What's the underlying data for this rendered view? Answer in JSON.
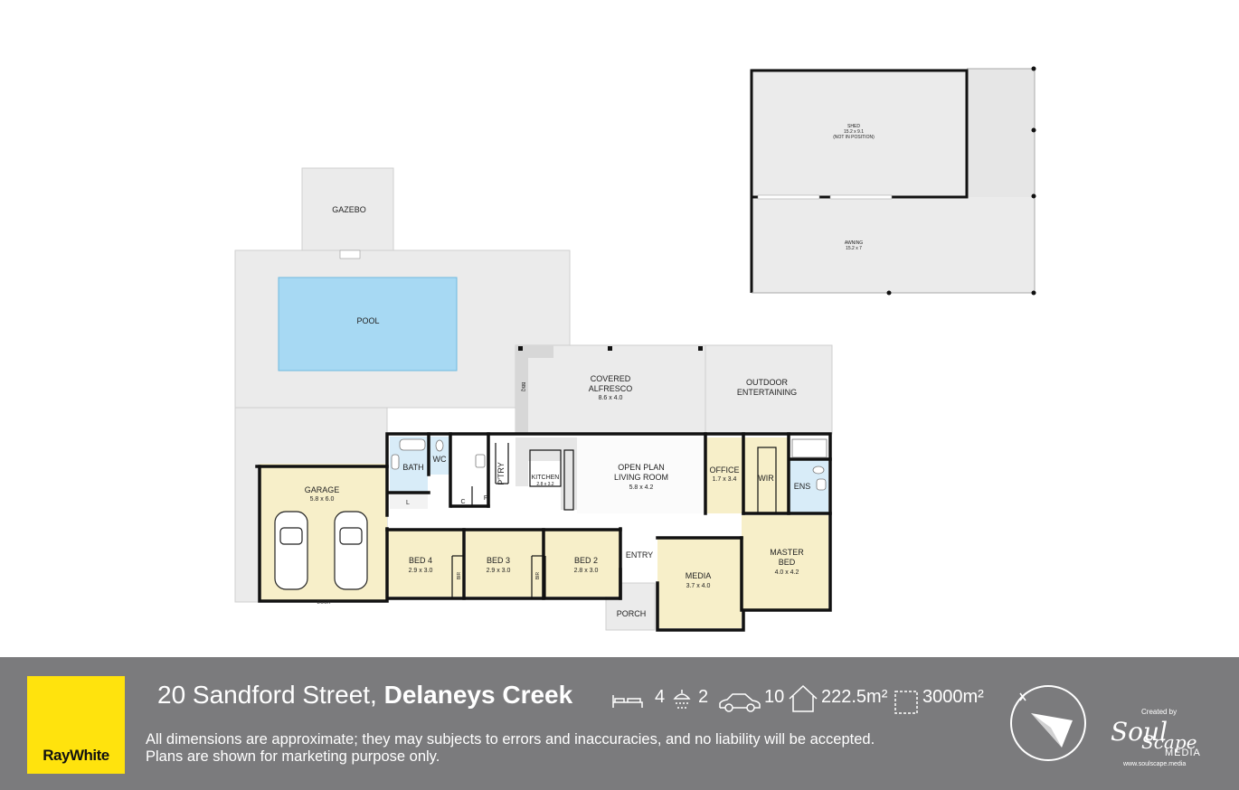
{
  "plan": {
    "rooms": {
      "gazebo": {
        "name": "GAZEBO"
      },
      "pool": {
        "name": "POOL"
      },
      "shed": {
        "name": "SHED",
        "dims": "15.2 x 9.1",
        "note": "(NOT IN POSITION)"
      },
      "awning": {
        "name": "AWNING",
        "dims": "15.2 x 7"
      },
      "alfresco": {
        "name1": "COVERED",
        "name2": "ALFRESCO",
        "dims": "8.6 x 4.0"
      },
      "outdoor": {
        "name1": "OUTDOOR",
        "name2": "ENTERTAINING"
      },
      "bbq": {
        "name": "BBQ"
      },
      "garage": {
        "name": "GARAGE",
        "dims": "5.8 x 6.0",
        "door": "DOOR"
      },
      "bath": {
        "name": "BATH"
      },
      "wc": {
        "name": "WC"
      },
      "l": {
        "name": "L"
      },
      "c": {
        "name": "C"
      },
      "f": {
        "name": "F"
      },
      "pantry": {
        "name": "P'TRY"
      },
      "kitchen": {
        "name": "KITCHEN",
        "dims": "2.8 x 3.2"
      },
      "living": {
        "name1": "OPEN PLAN",
        "name2": "LIVING ROOM",
        "dims": "5.8 x 4.2"
      },
      "office": {
        "name": "OFFICE",
        "dims": "1.7 x 3.4"
      },
      "wir": {
        "name": "WIR"
      },
      "ens": {
        "name": "ENS"
      },
      "bed4": {
        "name": "BED 4",
        "dims": "2.9 x 3.0"
      },
      "bed3": {
        "name": "BED 3",
        "dims": "2.9 x 3.0"
      },
      "bed2": {
        "name": "BED 2",
        "dims": "2.8 x 3.0"
      },
      "bir": {
        "name": "BIR"
      },
      "entry": {
        "name": "ENTRY"
      },
      "media": {
        "name": "MEDIA",
        "dims": "3.7 x 4.0"
      },
      "master": {
        "name1": "MASTER",
        "name2": "BED",
        "dims": "4.0 x 4.2"
      },
      "porch": {
        "name": "PORCH"
      }
    }
  },
  "footer": {
    "brand_logo": "RayWhite",
    "address_street": "20 Sandford Street,",
    "address_suburb": "Delaneys Creek",
    "stats": {
      "beds": "4",
      "baths": "2",
      "cars": "10",
      "house_area": "222.5m²",
      "land_area": "3000m²"
    },
    "disclaimer_line1": "All dimensions are approximate; they may subjects to errors and inaccuracies, and no liability will be accepted.",
    "disclaimer_line2": "Plans are shown for marketing purpose only.",
    "created_by": "Created by",
    "creator_logo_1": "Soul",
    "creator_logo_2": "Scape",
    "creator_logo_3": "MEDIA",
    "creator_url": "www.soulscape.media",
    "icons": [
      "bed-icon",
      "shower-icon",
      "car-icon",
      "house-icon",
      "land-area-icon",
      "north-compass-icon"
    ],
    "colors": {
      "footer_bg": "#7b7b7d",
      "logo_bg": "#ffe30d",
      "room_fill": "#f7efc9",
      "pool_fill": "#a7d9f3",
      "wet_fill": "#d8ecf8"
    }
  }
}
